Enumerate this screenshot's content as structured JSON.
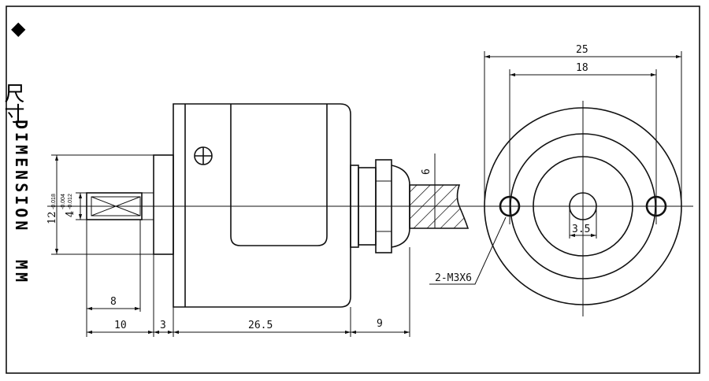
{
  "title": {
    "marker": "◆",
    "cn": "尺寸",
    "en": "DIMENSION",
    "unit": "MM"
  },
  "side_view": {
    "shaft_dia": "12",
    "shaft_dia_tol": "-0.018",
    "flat": "4",
    "flat_tol_upper": "-0.004",
    "flat_tol_lower": "-0.012",
    "flat_length": "8",
    "shaft_length": "10",
    "flange": "3",
    "body_length": "26.5",
    "gland": "9",
    "cable": "6"
  },
  "front_view": {
    "outer": "25",
    "hole_spacing": "18",
    "center_bore": "3.5",
    "holes": "2-M3X6"
  },
  "colors": {
    "line": "#111111",
    "background": "#ffffff"
  }
}
